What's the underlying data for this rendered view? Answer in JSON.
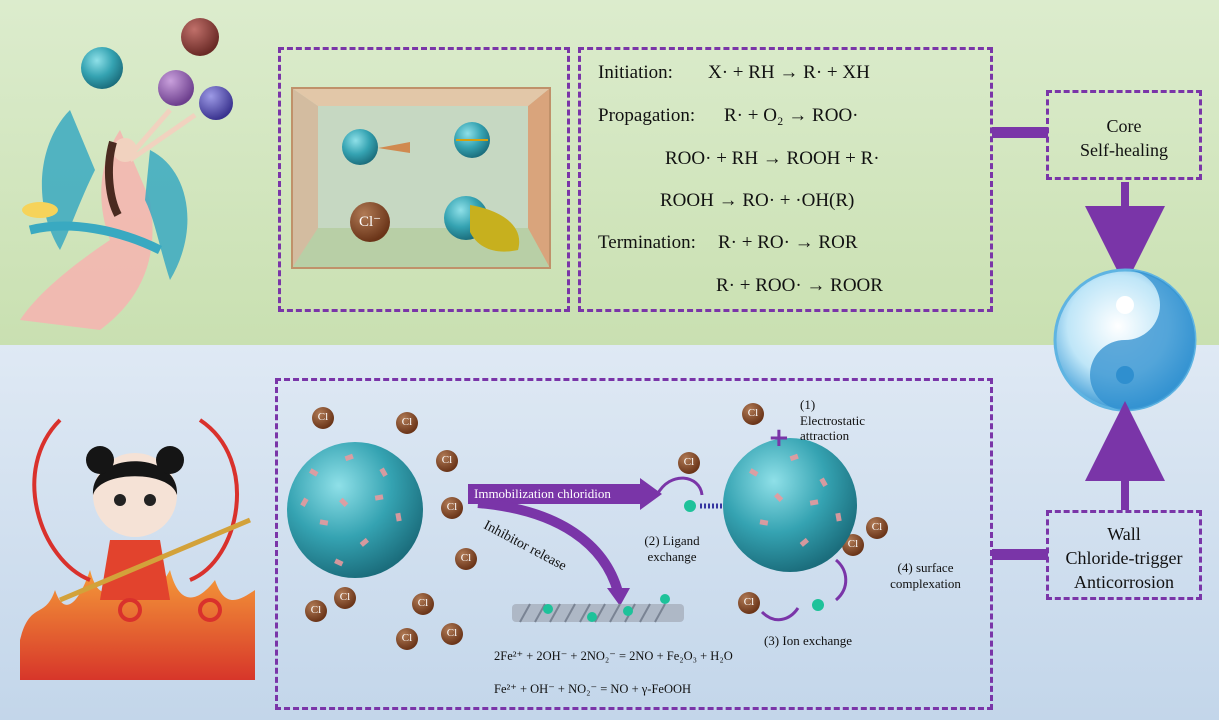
{
  "core_panel": {
    "cl_ion_label": "Cl⁻",
    "initiation_label": "Initiation:",
    "initiation_eq": "X· + RH → R· + XH",
    "propagation_label": "Propagation:",
    "propagation_eq1": "R· + O₂ → ROO·",
    "propagation_eq2": "ROO· + RH → ROOH + R·",
    "propagation_eq3": "ROOH → RO· + ·OH(R)",
    "termination_label": "Termination:",
    "termination_eq1": "R· + RO· → ROR",
    "termination_eq2": "R· + ROO· → ROOR"
  },
  "core_box": {
    "line1": "Core",
    "line2": "Self-healing"
  },
  "wall_box": {
    "line1": "Wall",
    "line2": "Chloride-trigger",
    "line3": "Anticorrosion"
  },
  "wall_panel": {
    "cl_label": "Cl",
    "immobilization_label": "Immobilization chloridion",
    "inhibitor_label": "Inhibitor release",
    "ligand_label": "(2) Ligand exchange",
    "electrostatic_label": "(1) Electrostatic attraction",
    "ion_exchange_label": "(3) Ion exchange",
    "surface_label": "(4) surface complexation",
    "reaction1": "2Fe²⁺ + 2OH⁻ + 2NO₂⁻ = 2NO + Fe₂O₃ + H₂O",
    "reaction2": "Fe²⁺ + OH⁻ + NO₂⁻ = NO + γ-FeOOH"
  },
  "colors": {
    "accent": "#7a35a8",
    "sphere": "#3aa6b4",
    "chloride": "#7b3f20",
    "top_band": "#d2e6bf",
    "bottom_band": "#cfdeee"
  }
}
